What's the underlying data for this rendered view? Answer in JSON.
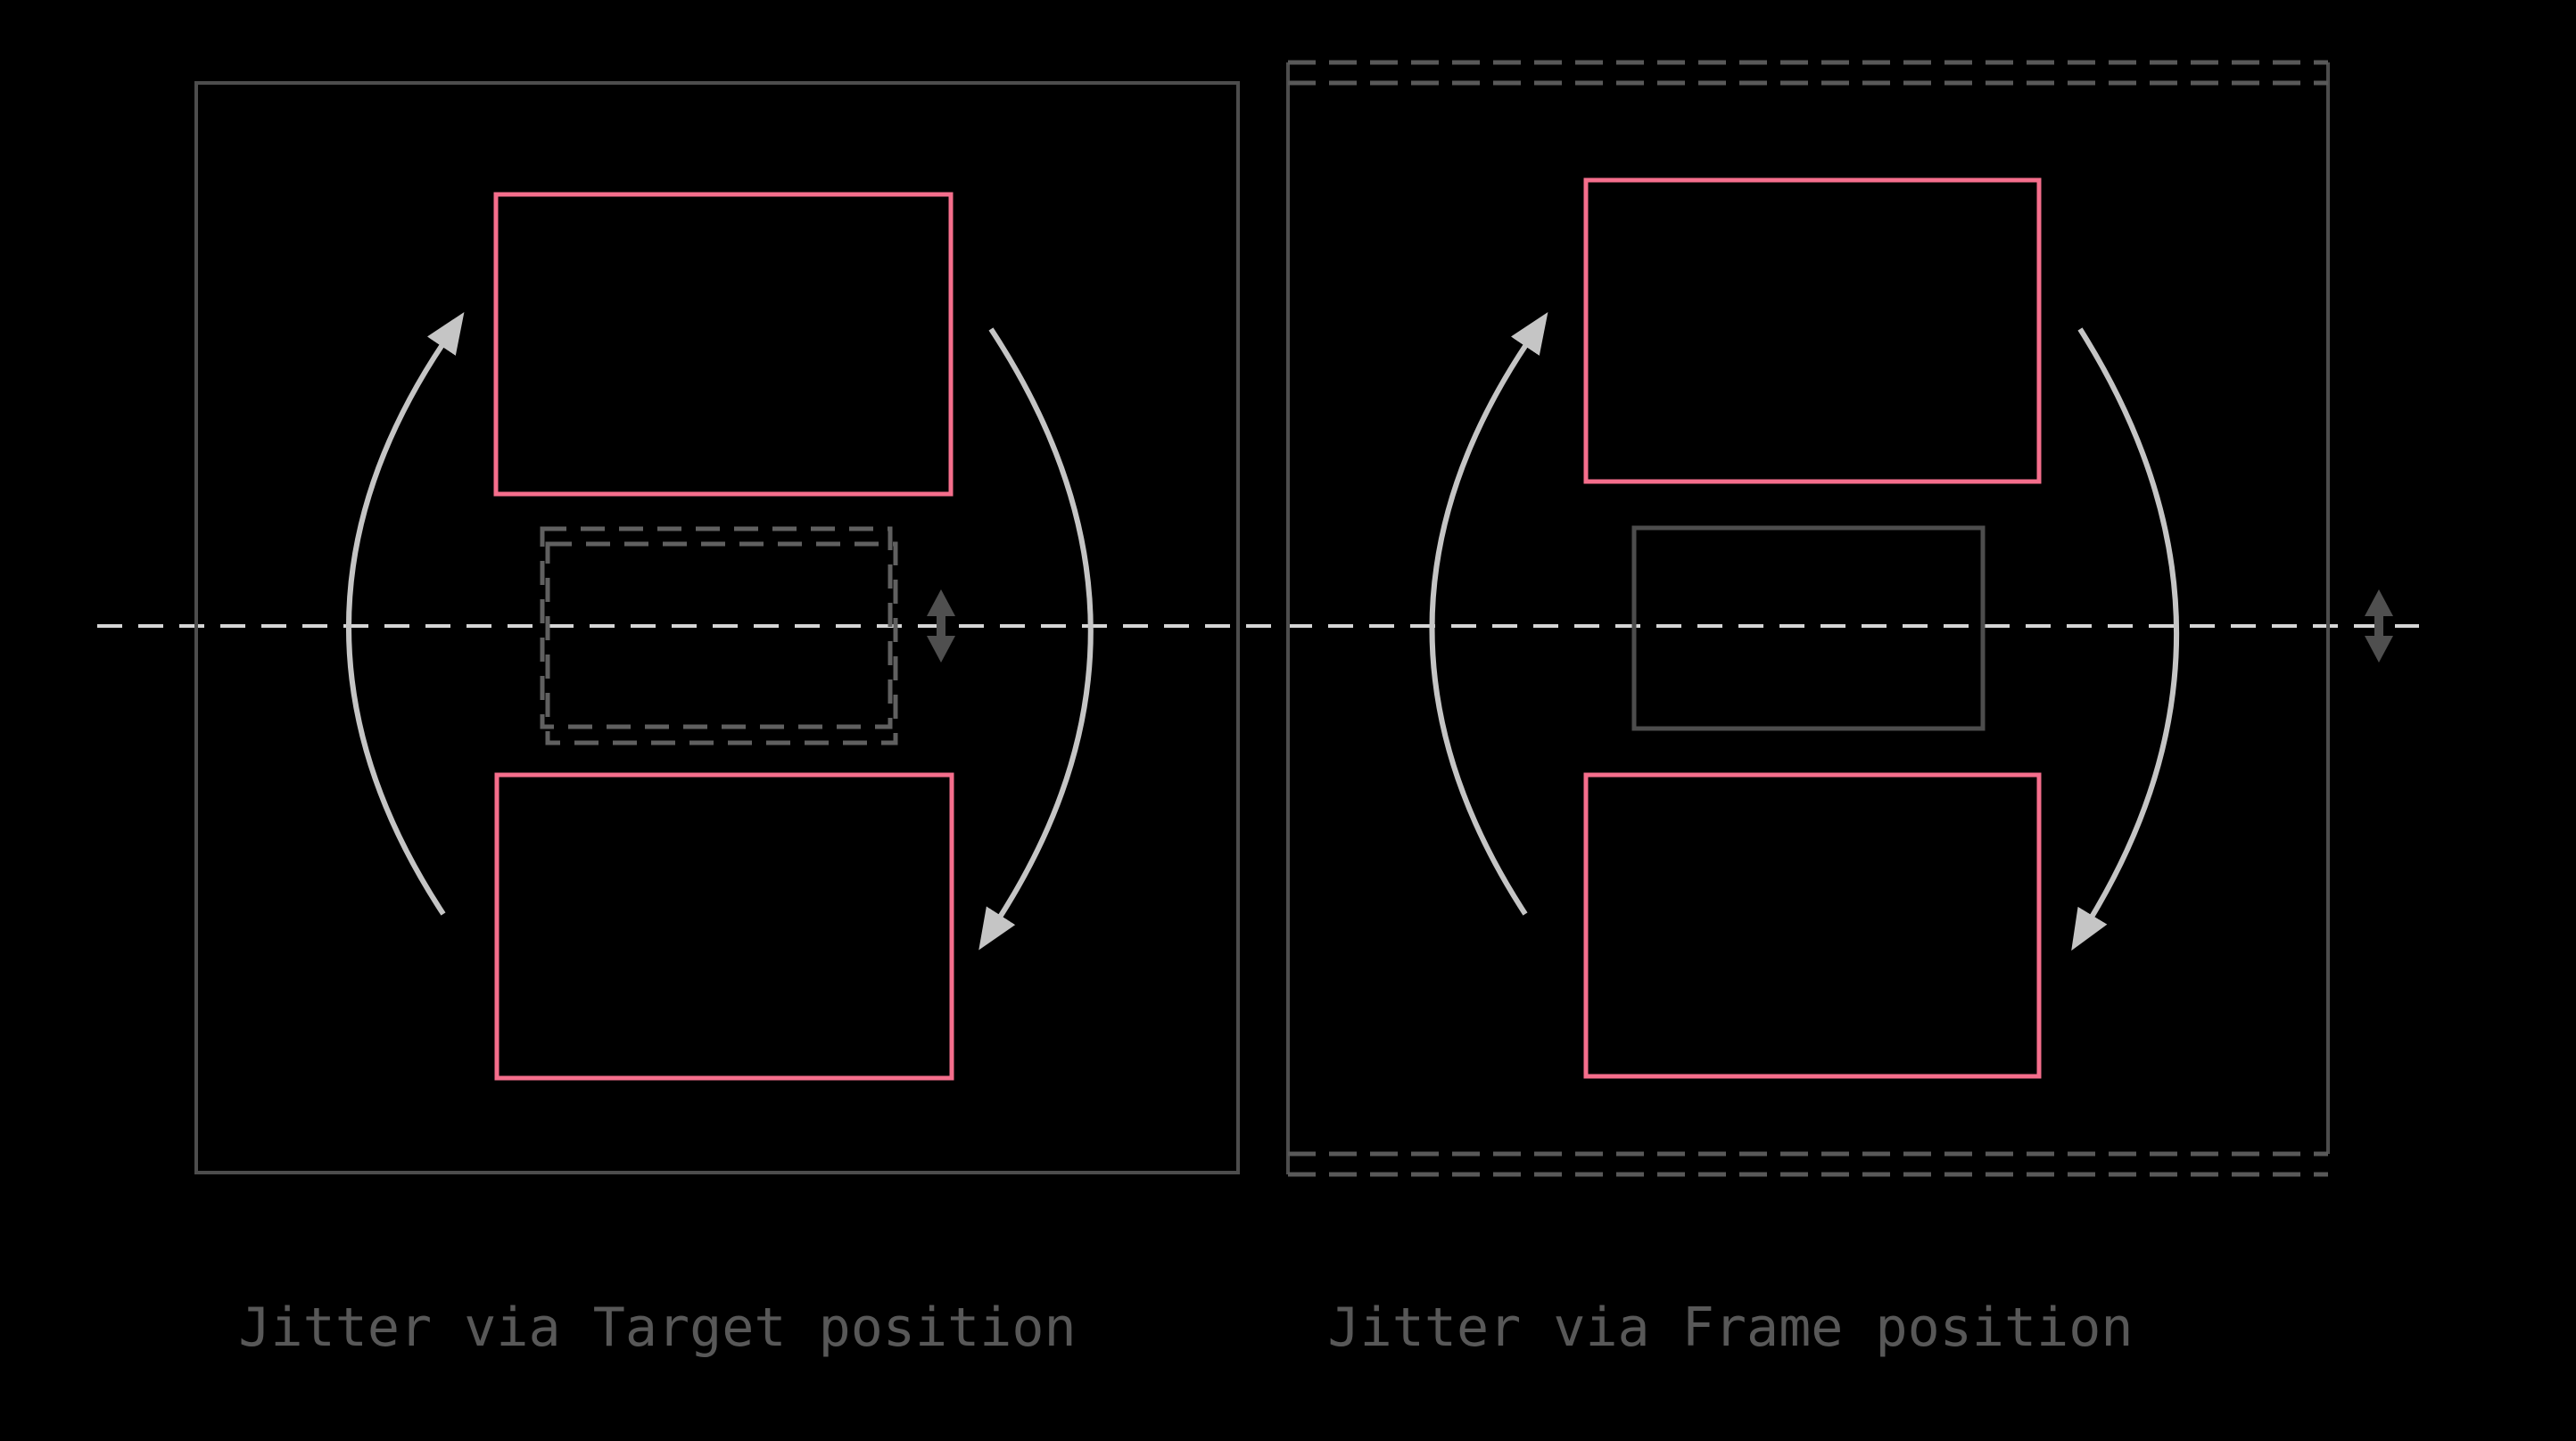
{
  "figure": {
    "left_panel": {
      "label": "Jitter via Target position",
      "frame_style": "solid",
      "target_jitter": "two dashed offset copies of target rectangle"
    },
    "right_panel": {
      "label": "Jitter via Frame position",
      "frame_style": "double dashed top and bottom edges",
      "target_style": "single solid gray rectangle"
    }
  },
  "icons": {
    "up_cycle_arrow": "curved-arc-arrow-up",
    "down_cycle_arrow": "curved-arc-arrow-down",
    "vertical_jitter_arrow": "double-headed-vertical-arrow",
    "center_axis": "horizontal-dashed-line"
  },
  "colors": {
    "background": "#000000",
    "frame_gray": "#4d4d4d",
    "frame_dash_gray": "#595959",
    "target_dash_gray": "#606060",
    "pink": "#f56e8c",
    "centerline": "#d6d6d6",
    "curved_arrow": "#c5c5c5",
    "jitter_arrow": "#4f4f4f",
    "label_text": "#585858"
  }
}
